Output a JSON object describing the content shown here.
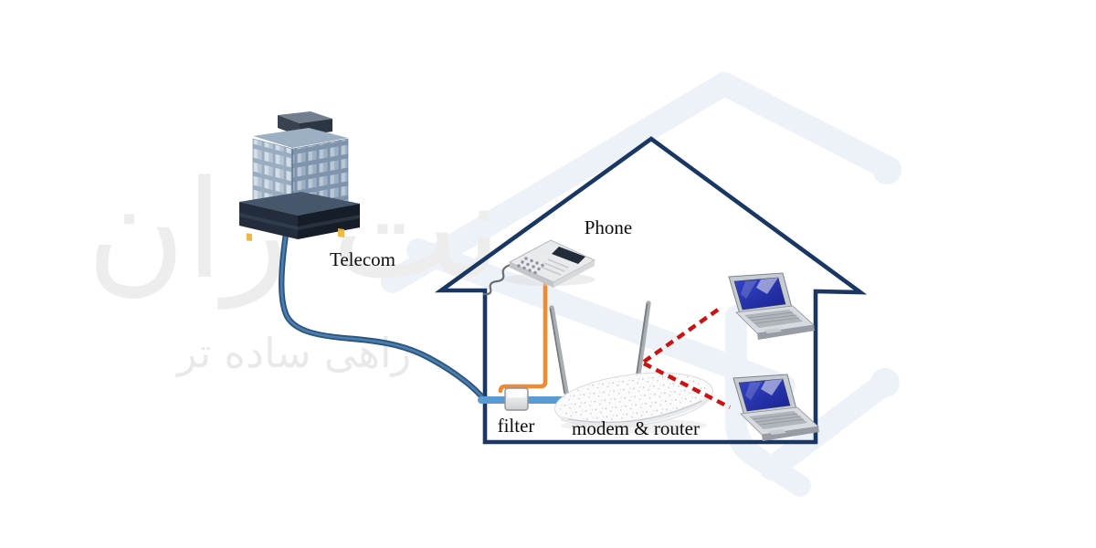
{
  "diagram": {
    "type": "adsl-home-network-topology",
    "labels": {
      "telecom": "Telecom",
      "phone": "Phone",
      "filter": "filter",
      "modem_router": "modem & router"
    },
    "watermark": {
      "brand": "نت ران",
      "tagline": "راهی ساده تر"
    },
    "nodes": [
      {
        "id": "telecom-building",
        "label": "Telecom",
        "icon": "office-building-icon"
      },
      {
        "id": "phone",
        "label": "Phone",
        "icon": "desk-phone-icon"
      },
      {
        "id": "filter",
        "label": "filter",
        "icon": "dsl-filter-box"
      },
      {
        "id": "modem-router",
        "label": "modem & router",
        "icon": "wifi-modem-router-icon"
      },
      {
        "id": "laptop-1",
        "label": "",
        "icon": "laptop-icon"
      },
      {
        "id": "laptop-2",
        "label": "",
        "icon": "laptop-icon"
      },
      {
        "id": "house",
        "label": "",
        "icon": "house-outline"
      }
    ],
    "connections": [
      {
        "from": "telecom-building",
        "to": "filter",
        "medium": "telephone-line",
        "style": "solid",
        "color": "#35638f"
      },
      {
        "from": "filter",
        "to": "phone",
        "medium": "phone-cable",
        "style": "solid",
        "color": "#f08a2e"
      },
      {
        "from": "filter",
        "to": "modem-router",
        "medium": "dsl-cable",
        "style": "solid",
        "color": "#5b9bd5"
      },
      {
        "from": "modem-router",
        "to": "laptop-1",
        "medium": "wifi",
        "style": "dashed",
        "color": "#cc1111"
      },
      {
        "from": "modem-router",
        "to": "laptop-2",
        "medium": "wifi",
        "style": "dashed",
        "color": "#cc1111"
      }
    ],
    "colors": {
      "house_outline": "#1a3763",
      "telephone_line": "#35638f",
      "dsl_cable": "#5b9bd5",
      "phone_cable": "#f08a2e",
      "wireless_link": "#cc1111",
      "background_trace": "#edf2f9",
      "watermark_text": "#ededed"
    }
  }
}
